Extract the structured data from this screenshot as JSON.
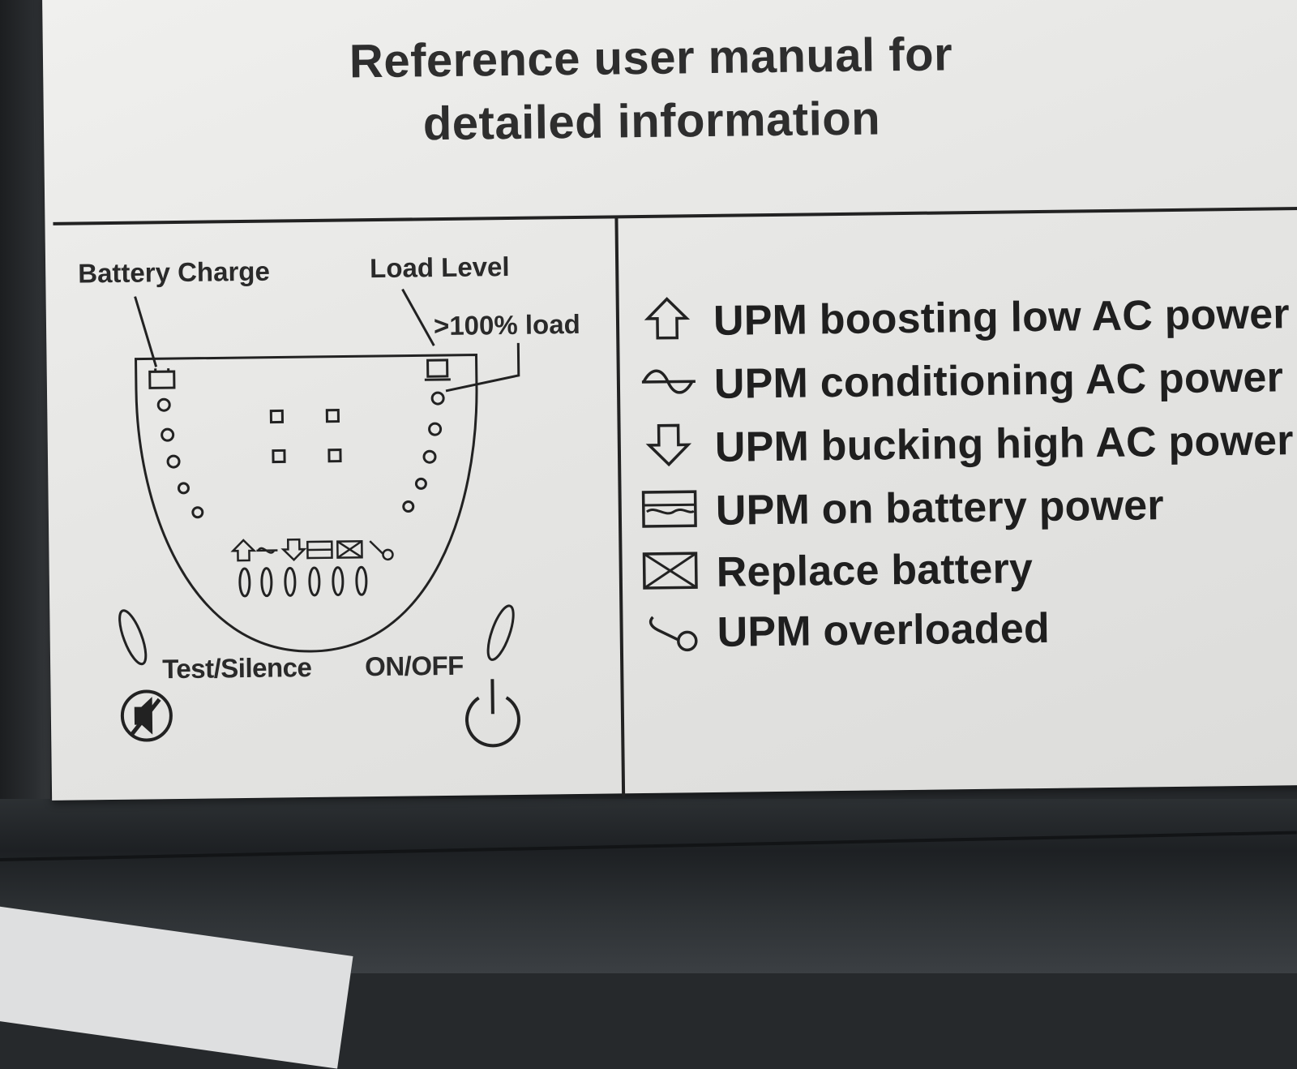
{
  "header": {
    "line1": "Reference user manual for",
    "line2": "detailed information"
  },
  "panel": {
    "battery_charge_label": "Battery Charge",
    "load_level_label": "Load Level",
    "overload_label": ">100% load",
    "test_silence_label": "Test/Silence",
    "on_off_label": "ON/OFF"
  },
  "legend": [
    {
      "icon": "arrow-up-icon",
      "text": "UPM boosting low AC power"
    },
    {
      "icon": "sine-wave-icon",
      "text": "UPM conditioning AC power"
    },
    {
      "icon": "arrow-down-icon",
      "text": "UPM bucking high AC power"
    },
    {
      "icon": "battery-mode-icon",
      "text": "UPM on battery power"
    },
    {
      "icon": "replace-battery-icon",
      "text": "Replace battery"
    },
    {
      "icon": "overload-icon",
      "text": "UPM overloaded"
    }
  ],
  "colors": {
    "label_background": "#e6e6e4",
    "ink": "#222222",
    "case": "#26292c"
  }
}
